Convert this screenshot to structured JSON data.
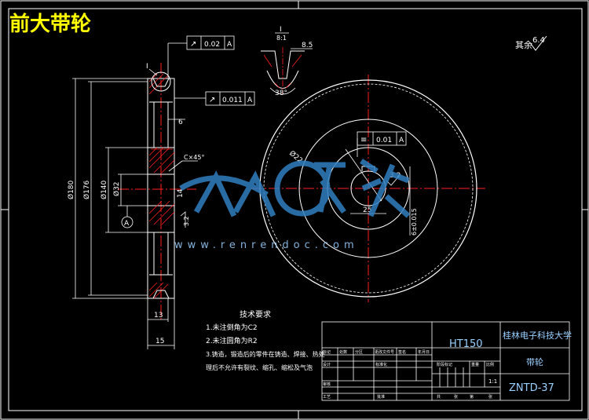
{
  "title_overlay": "前大带轮",
  "roughness_note": "其余",
  "roughness_value": "6.4",
  "watermark": {
    "url": "www.renrendoc.com",
    "color": "#3aa0e0"
  },
  "left_view": {
    "dimensions": {
      "d180": "Ø180",
      "d176": "Ø176",
      "d140": "Ø140",
      "d32": "Ø32",
      "d14": "14",
      "w6": "6",
      "w15": "15",
      "w13": "13",
      "chamfer": "C×45°",
      "datum": "A",
      "detail": "I",
      "ra32": "3.2"
    },
    "tolerances": [
      {
        "symbol": "↗",
        "value": "0.02",
        "datum": "A"
      },
      {
        "symbol": "↗",
        "value": "0.011",
        "datum": "A"
      }
    ]
  },
  "detail_view": {
    "label_top": "I",
    "label_bottom": "8:1",
    "dim_85": "8.5",
    "angle": "38°"
  },
  "front_view": {
    "tolerance": {
      "symbol": "≡",
      "value": "0.01",
      "datum": "A"
    },
    "dims": {
      "d22": "Ø22",
      "keyway_w": "25",
      "keyway_h": "6±0.015",
      "ra": "3.2"
    }
  },
  "tech_requirements": {
    "heading": "技术要求",
    "items": [
      "1.未注倒角为C2",
      "2.未注圆角为R2",
      "3.铸造，锻造后的零件在铸造、焊接、热处",
      "  理后不允许有裂纹、缩孔、缩松及气泡"
    ]
  },
  "title_block": {
    "material": "HT150",
    "school": "桂林电子科技大学",
    "part_name": "带轮",
    "drawing_no": "ZNTD-37",
    "scale": "1:1",
    "row_labels": [
      "标记",
      "处数",
      "分区",
      "更改文件号",
      "签名",
      "年月日"
    ],
    "row2_labels": [
      "设计",
      "",
      "标准化",
      "",
      "阶段标记",
      "重量",
      "比例"
    ],
    "row3_labels": [
      "审核"
    ],
    "row4_labels": [
      "工艺",
      "",
      "批准"
    ],
    "sheet_labels": [
      "共",
      "张",
      "第",
      "张"
    ]
  }
}
